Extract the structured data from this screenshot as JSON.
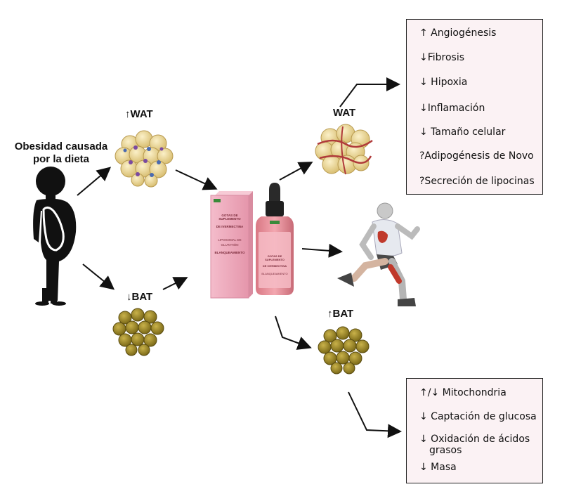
{
  "subject": {
    "label_line1": "Obesidad causada",
    "label_line2": "por la dieta"
  },
  "left_wat_label": "↑WAT",
  "left_bat_label": "↓BAT",
  "right_wat_label": "WAT",
  "right_bat_label": "↑BAT",
  "product": {
    "box_text_1": "GOTAS DE SUPLEMENTO",
    "box_text_2": "DE IVERMECTINA",
    "box_text_3": "LIPOSOMAL DE",
    "box_text_4": "GLUTATIÓN",
    "box_text_5": "BLANQUEAMIENTO",
    "bottle_text_1": "GOTAS DE SUPLEMENTO",
    "bottle_text_2": "DE IVERMECTINA",
    "bottle_text_3": "BLANQUEAMIENTO",
    "colors": {
      "box": "#e8a7b6",
      "box_dark": "#d98ca0",
      "bottle": "#e38b96",
      "cap": "#2a2a2a"
    }
  },
  "wat_effects": [
    "↑ Angiogénesis",
    "↓Fibrosis",
    "↓ Hipoxia",
    "↓Inflamación",
    "↓ Tamaño celular",
    "?Adipogénesis de Novo",
    "?Secreción de lipocinas"
  ],
  "bat_effects": [
    "↑/↓ Mitochondria",
    "↓ Captación de glucosa",
    "↓ Oxidación de ácidos",
    "grasos",
    "↓ Masa"
  ],
  "colors": {
    "box_fill": "#fbf2f4",
    "wat_cell": "#f0dca0",
    "bat_cell": "#a89028",
    "vessel": "#b03a3a"
  }
}
